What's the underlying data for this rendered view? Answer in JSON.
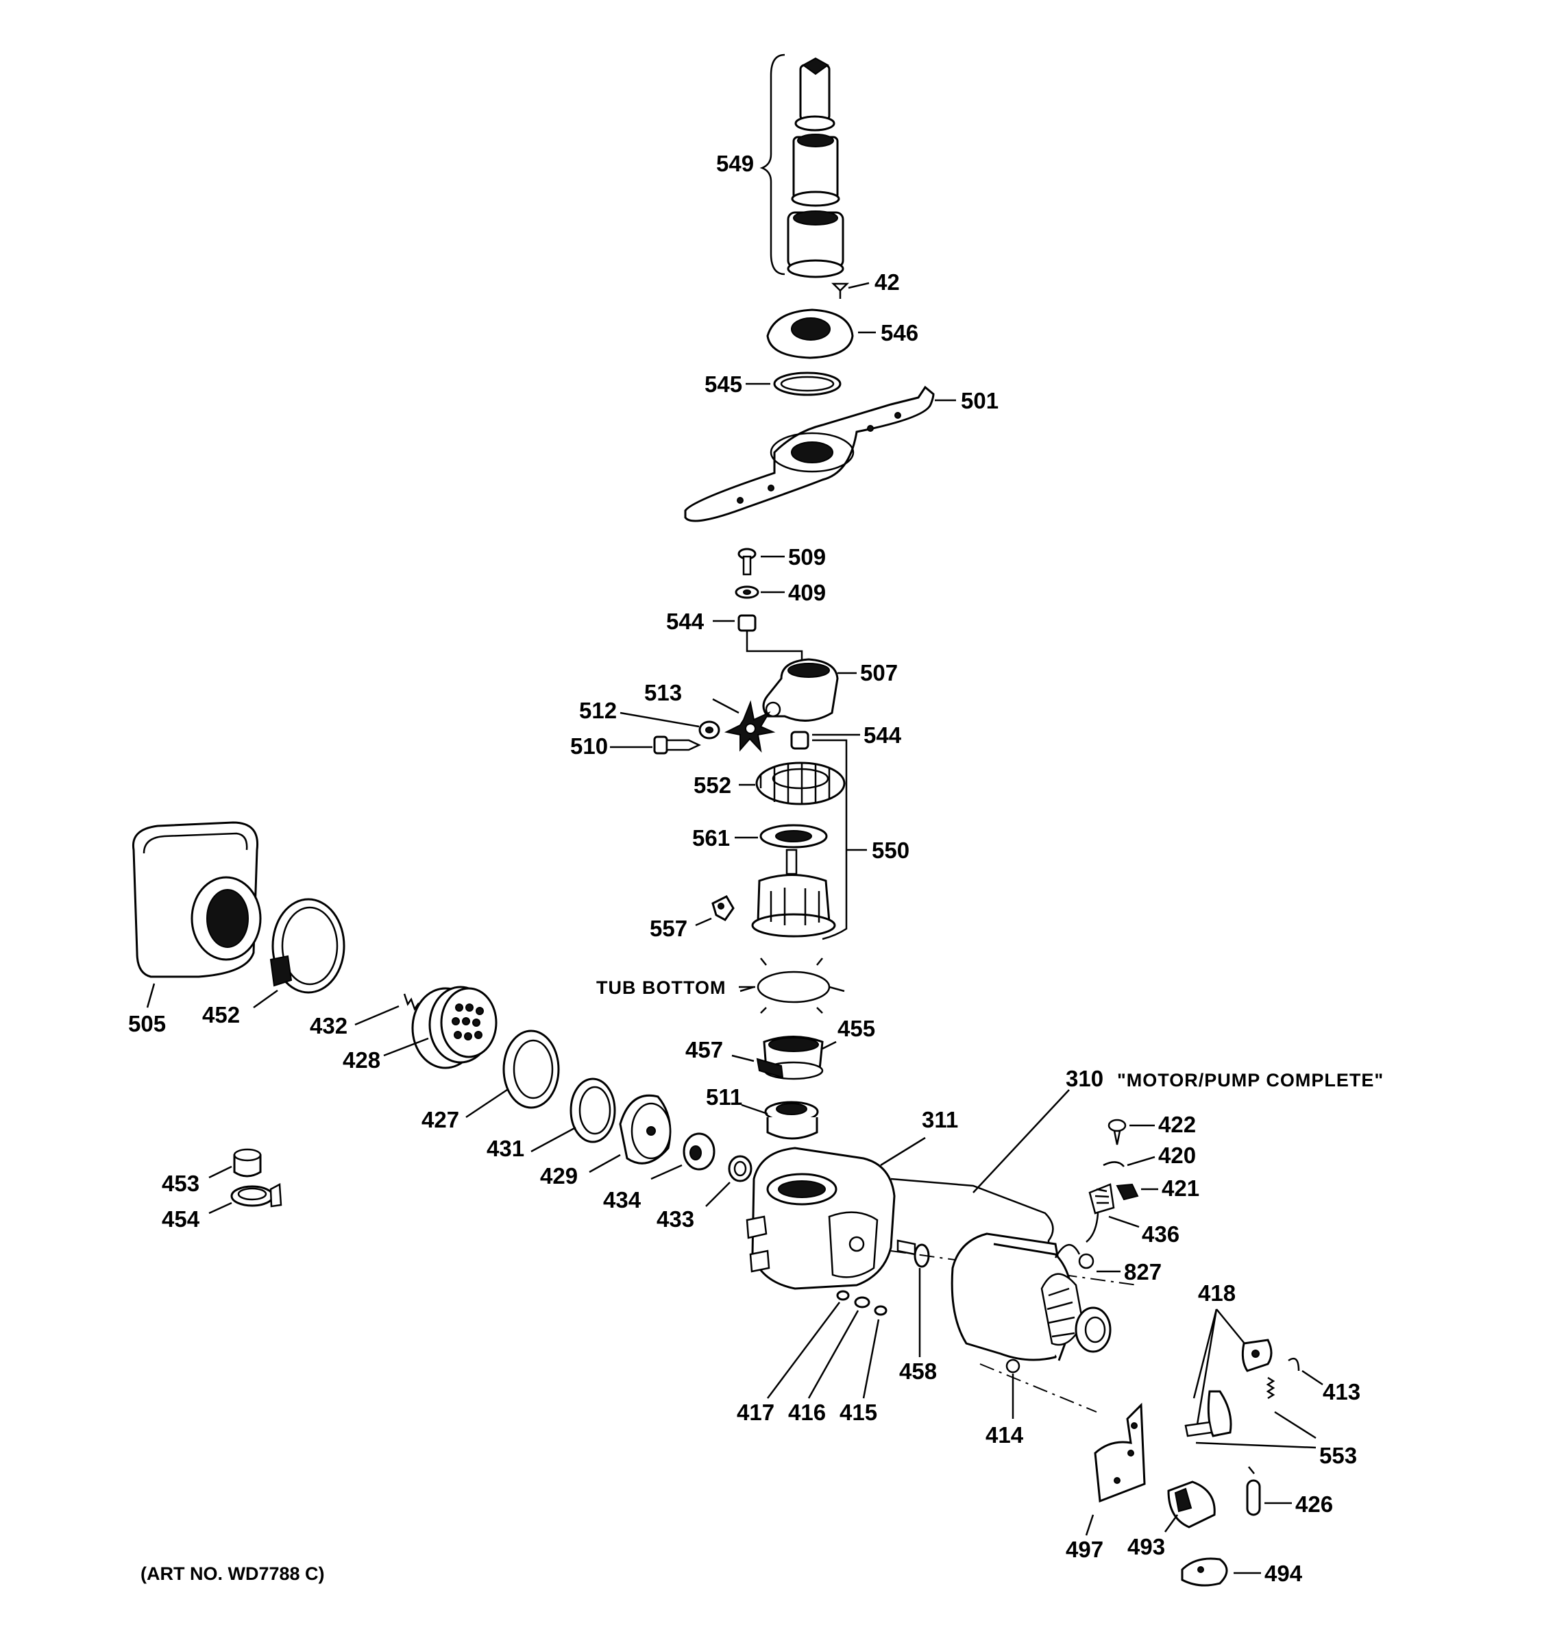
{
  "diagram": {
    "callouts": {
      "c549": "549",
      "c42": "42",
      "c546": "546",
      "c545": "545",
      "c501": "501",
      "c509": "509",
      "c409": "409",
      "c544a": "544",
      "c507": "507",
      "c513": "513",
      "c512": "512",
      "c510": "510",
      "c544b": "544",
      "c552": "552",
      "c561": "561",
      "c550": "550",
      "c557": "557",
      "c505": "505",
      "c452": "452",
      "c432": "432",
      "c428": "428",
      "c427": "427",
      "c431": "431",
      "c429": "429",
      "c434": "434",
      "c433": "433",
      "c453": "453",
      "c454": "454",
      "c455": "455",
      "c457": "457",
      "c511": "511",
      "c311": "311",
      "c310": "310",
      "c422": "422",
      "c420": "420",
      "c421": "421",
      "c436": "436",
      "c827": "827",
      "c458": "458",
      "c417": "417",
      "c416": "416",
      "c415": "415",
      "c414": "414",
      "c418": "418",
      "c413": "413",
      "c553": "553",
      "c426": "426",
      "c497": "497",
      "c493": "493",
      "c494": "494"
    },
    "tub_bottom": "TUB BOTTOM",
    "motor_pump_note": "\"MOTOR/PUMP COMPLETE\"",
    "art_number": "(ART NO. WD7788 C)"
  }
}
